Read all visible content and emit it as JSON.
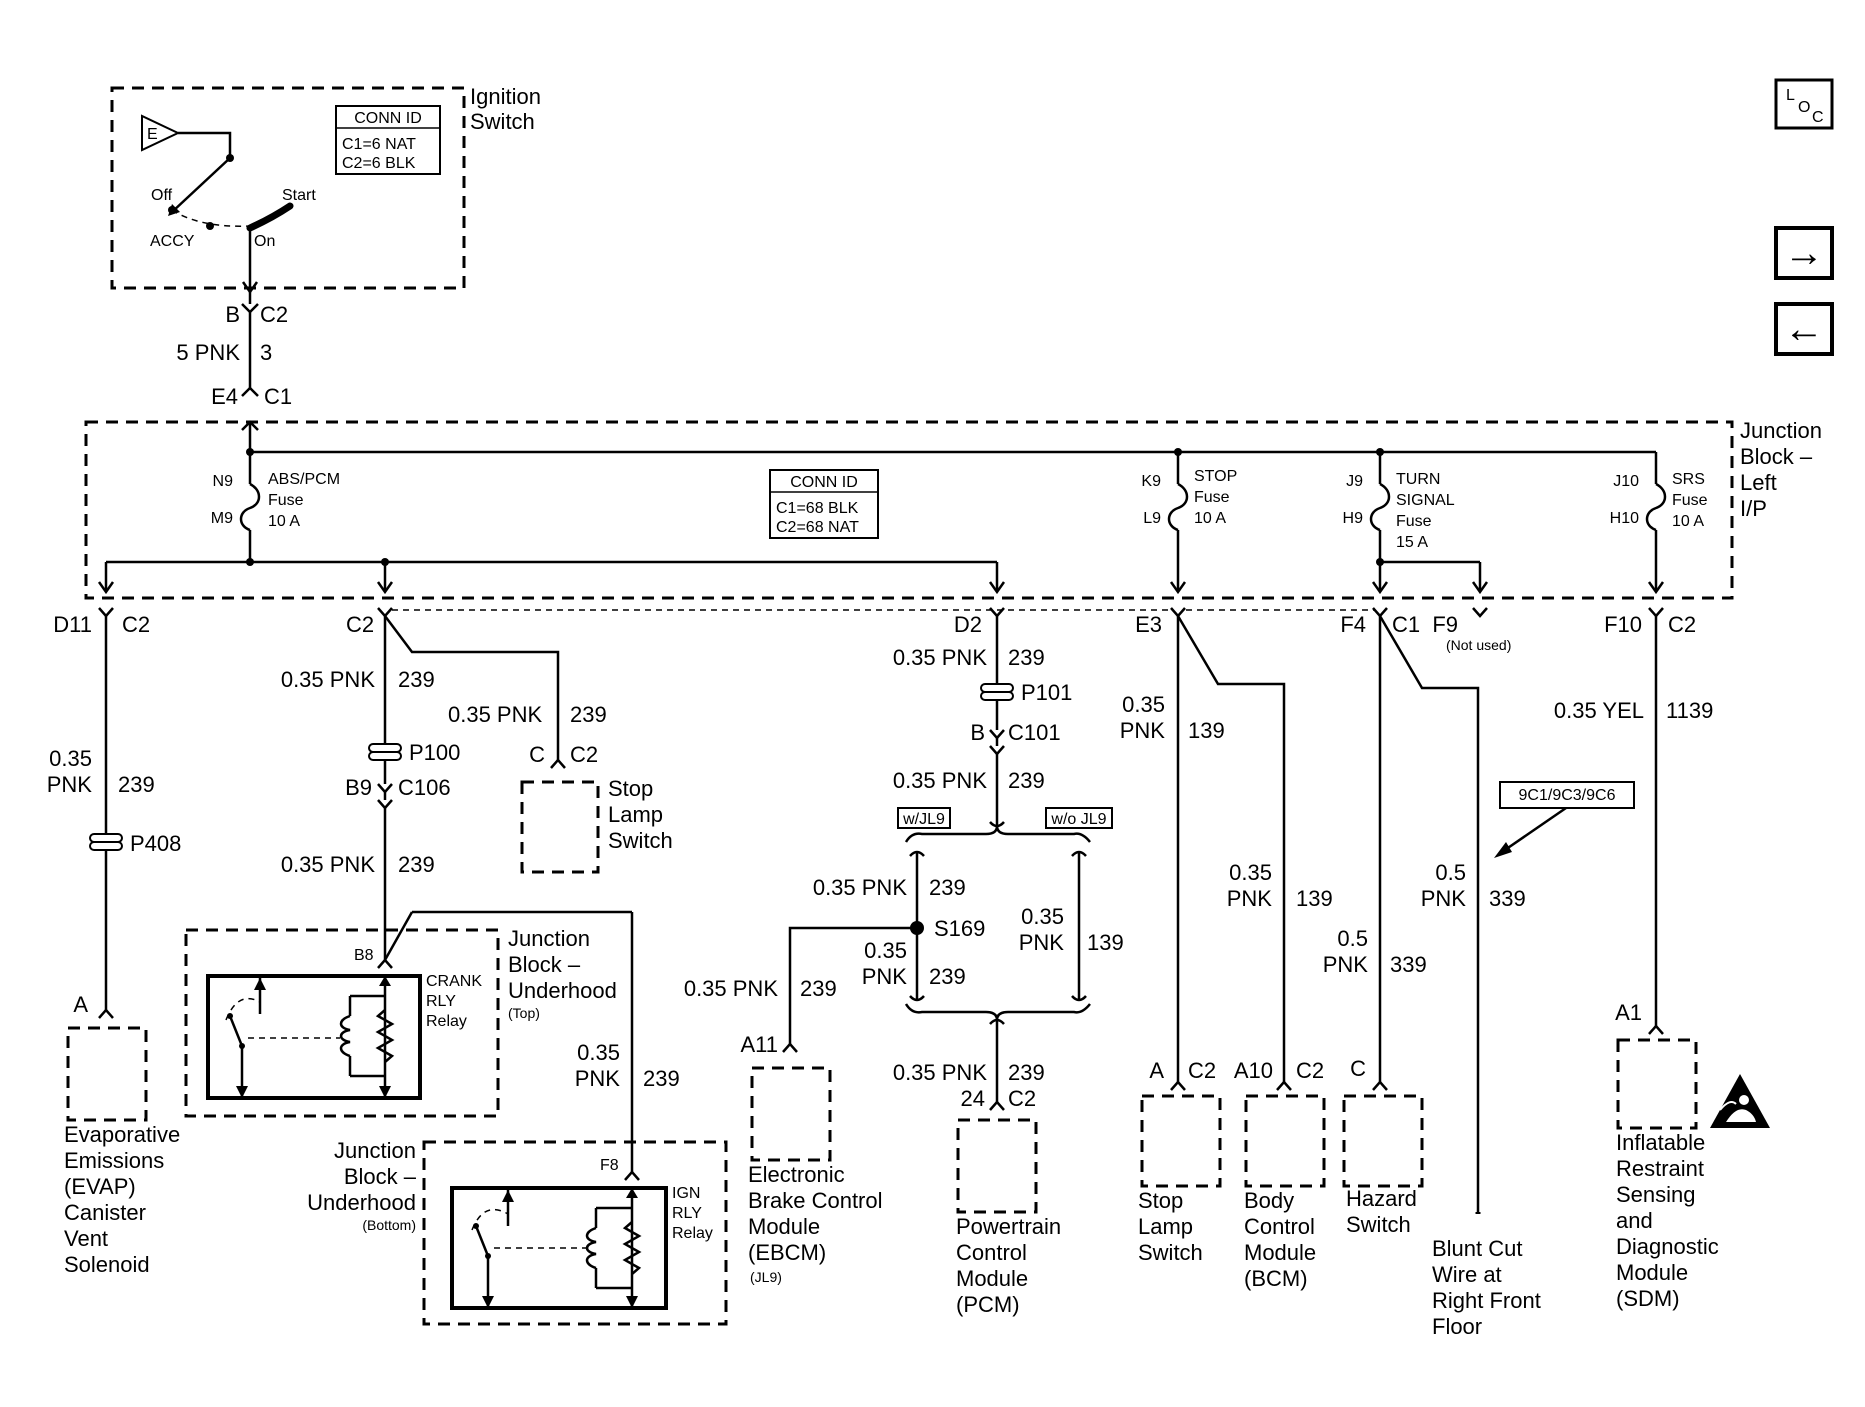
{
  "ignition_switch": {
    "title": [
      "Ignition",
      "Switch"
    ],
    "conn_id": {
      "head": "CONN ID",
      "lines": [
        "C1=6 NAT",
        "C2=6 BLK"
      ]
    },
    "terminal_e": "E",
    "positions": {
      "off": "Off",
      "start": "Start",
      "accy": "ACCY",
      "on": "On"
    },
    "pin": "B",
    "conn": "C2"
  },
  "wire_top": {
    "gauge": "5 PNK",
    "circuit": "3"
  },
  "jb_left": {
    "title": [
      "Junction",
      "Block –",
      "Left",
      "I/P"
    ],
    "input_pin": "E4",
    "input_conn": "C1",
    "conn_id": {
      "head": "CONN ID",
      "lines": [
        "C1=68 BLK",
        "C2=68 NAT"
      ]
    },
    "fuses": [
      {
        "pin_in": "N9",
        "pin_out": "M9",
        "name": [
          "ABS/PCM",
          "Fuse",
          "10 A"
        ]
      },
      {
        "pin_in": "K9",
        "pin_out": "L9",
        "name": [
          "STOP",
          "Fuse",
          "10 A"
        ]
      },
      {
        "pin_in": "J9",
        "pin_out": "H9",
        "name": [
          "TURN",
          "SIGNAL",
          "Fuse",
          "15 A"
        ]
      },
      {
        "pin_in": "J10",
        "pin_out": "H10",
        "name": [
          "SRS",
          "Fuse",
          "10 A"
        ]
      }
    ],
    "outputs": {
      "d11": {
        "pin": "D11",
        "conn": "C2"
      },
      "c2": {
        "conn": "C2"
      },
      "d2": {
        "pin": "D2"
      },
      "e3": {
        "pin": "E3"
      },
      "f4": {
        "pin": "F4",
        "conn": "C1"
      },
      "f9": {
        "pin": "F9",
        "note": "(Not used)"
      },
      "f10": {
        "pin": "F10",
        "conn": "C2"
      }
    }
  },
  "wires": {
    "evap": {
      "gauge": [
        "0.35",
        "PNK"
      ],
      "circuit": "239",
      "splice": "P408",
      "pin": "A"
    },
    "c2a": {
      "gauge": "0.35 PNK",
      "circuit": "239",
      "splice": "P100",
      "pin": "B9",
      "conn": "C106",
      "gauge2": "0.35 PNK",
      "circuit2": "239"
    },
    "stoplamp_top": {
      "gauge": "0.35 PNK",
      "circuit": "239",
      "pin": "C",
      "conn": "C2"
    },
    "d2": {
      "gauge": "0.35 PNK",
      "circuit": "239",
      "splice": "P101",
      "pin": "B",
      "conn": "C101",
      "gauge2": "0.35 PNK",
      "circuit2": "239"
    },
    "wjl9": "w/JL9",
    "wojl9": "w/o JL9",
    "s169": {
      "gauge": "0.35 PNK",
      "circuit": "239",
      "splice": "S169"
    },
    "ebcm": {
      "gauge": "0.35 PNK",
      "circuit": "239",
      "pin": "A11"
    },
    "s169b": {
      "gauge": [
        "0.35",
        "PNK"
      ],
      "circuit": "239"
    },
    "wojl9_w": {
      "gauge": [
        "0.35",
        "PNK"
      ],
      "circuit": "139"
    },
    "pcm": {
      "gauge": "0.35 PNK",
      "circuit": "239",
      "pin": "24",
      "conn": "C2"
    },
    "e3": {
      "gauge": [
        "0.35",
        "PNK"
      ],
      "circuit": "139"
    },
    "bcm": {
      "gauge": [
        "0.35",
        "PNK"
      ],
      "circuit": "139",
      "pin": "A10",
      "conn": "C2"
    },
    "stoplamp2": {
      "pin": "A",
      "conn": "C2"
    },
    "hazard": {
      "gauge": [
        "0.5",
        "PNK"
      ],
      "circuit": "339",
      "pin": "C"
    },
    "blunt": {
      "gauge": [
        "0.5",
        "PNK"
      ],
      "circuit": "339"
    },
    "sdm": {
      "gauge": "0.35 YEL",
      "circuit": "1139",
      "pin": "A1"
    },
    "relay_feed": {
      "gauge": [
        "0.35",
        "PNK"
      ],
      "circuit": "239"
    }
  },
  "ref_box": "9C1/9C3/9C6",
  "jb_underhood_top": {
    "title": [
      "Junction",
      "Block –",
      "Underhood"
    ],
    "sub": "(Top)",
    "pin": "B8",
    "relay": [
      "CRANK",
      "RLY",
      "Relay"
    ]
  },
  "jb_underhood_bottom": {
    "title": [
      "Junction",
      "Block –",
      "Underhood"
    ],
    "sub": "(Bottom)",
    "pin": "F8",
    "relay": [
      "IGN",
      "RLY",
      "Relay"
    ]
  },
  "components": {
    "evap": [
      "Evaporative",
      "Emissions",
      "(EVAP)",
      "Canister",
      "Vent",
      "Solenoid"
    ],
    "stoplamp": [
      "Stop",
      "Lamp",
      "Switch"
    ],
    "ebcm": [
      "Electronic",
      "Brake Control",
      "Module",
      "(EBCM)"
    ],
    "ebcm_sub": "(JL9)",
    "pcm": [
      "Powertrain",
      "Control",
      "Module",
      "(PCM)"
    ],
    "stoplamp2": [
      "Stop",
      "Lamp",
      "Switch"
    ],
    "bcm": [
      "Body",
      "Control",
      "Module",
      "(BCM)"
    ],
    "hazard": [
      "Hazard",
      "Switch"
    ],
    "blunt": [
      "Blunt Cut",
      "Wire at",
      "Right Front",
      "Floor"
    ],
    "sdm": [
      "Inflatable",
      "Restraint",
      "Sensing",
      "and",
      "Diagnostic",
      "Module",
      "(SDM)"
    ]
  },
  "nav": {
    "loc": {
      "l": "L",
      "o": "O",
      "c": "C"
    },
    "next": "→",
    "prev": "←"
  }
}
